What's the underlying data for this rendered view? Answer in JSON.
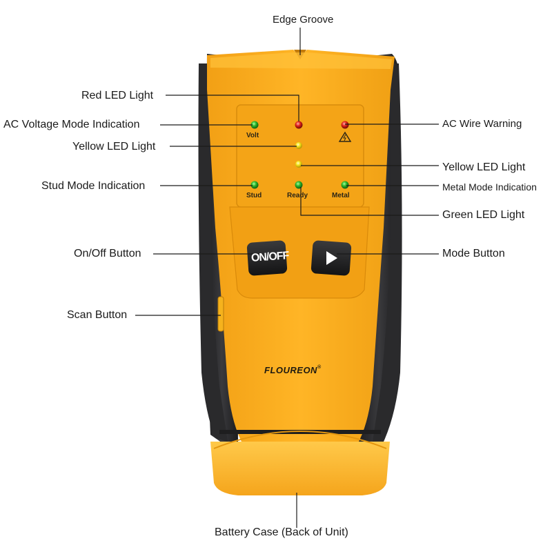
{
  "callouts": {
    "edge_groove": "Edge Groove",
    "red_led": "Red LED Light",
    "ac_voltage_mode": "AC Voltage Mode Indication",
    "yellow_led_left": "Yellow LED Light",
    "stud_mode": "Stud Mode Indication",
    "on_off_button": "On/Off Button",
    "scan_button": "Scan Button",
    "ac_wire_warning": "AC Wire Warning",
    "yellow_led_right": "Yellow LED Light",
    "metal_mode": "Metal Mode Indication",
    "green_led": "Green LED Light",
    "mode_button": "Mode Button",
    "battery_case": "Battery Case (Back of Unit)"
  },
  "device": {
    "brand": "FLOUREON",
    "brand_mark": "®",
    "panel_labels": {
      "volt": "Volt",
      "stud": "Stud",
      "ready": "Ready",
      "metal": "Metal"
    },
    "on_off_label": "ON/OFF",
    "colors": {
      "body_yellow": "#f7a81b",
      "body_yellow_light": "#ffc23a",
      "grip_dark": "#2e2e30",
      "led_green": "#2bb52b",
      "led_red": "#e0201a",
      "led_yellow": "#f3e21a",
      "panel_label": "#2a2416"
    }
  }
}
